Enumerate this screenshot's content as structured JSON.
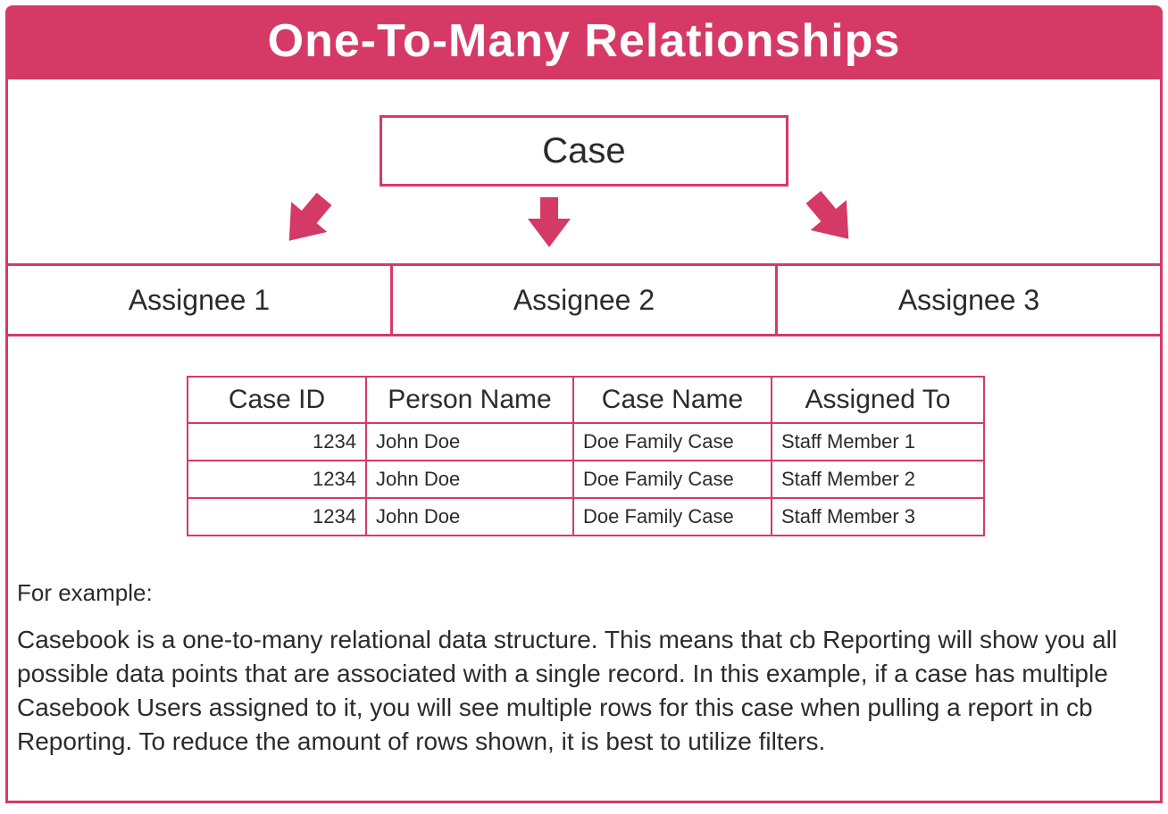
{
  "colors": {
    "accent": "#D53A66",
    "text": "#2b2b2b",
    "white": "#ffffff"
  },
  "header": {
    "title": "One-To-Many Relationships"
  },
  "diagram": {
    "case_label": "Case",
    "assignees": [
      {
        "label": "Assignee 1"
      },
      {
        "label": "Assignee 2"
      },
      {
        "label": "Assignee 3"
      }
    ],
    "icons": {
      "left": "arrow-down-left-icon",
      "middle": "arrow-down-icon",
      "right": "arrow-down-right-icon"
    }
  },
  "table": {
    "headers": [
      "Case ID",
      "Person Name",
      "Case Name",
      "Assigned To"
    ],
    "rows": [
      [
        "1234",
        "John Doe",
        "Doe Family Case",
        "Staff Member 1"
      ],
      [
        "1234",
        "John Doe",
        "Doe Family Case",
        "Staff Member 2"
      ],
      [
        "1234",
        "John Doe",
        "Doe Family Case",
        "Staff Member 3"
      ]
    ]
  },
  "notes": {
    "intro": "For example:",
    "body": "Casebook is a one-to-many relational data structure. This means that cb Reporting will show you all possible data points that are associated with a single record. In this example, if a case has multiple Casebook Users assigned to it, you will see multiple rows for this case when pulling a report in cb Reporting. To reduce the amount of rows shown, it is best to utilize filters."
  }
}
